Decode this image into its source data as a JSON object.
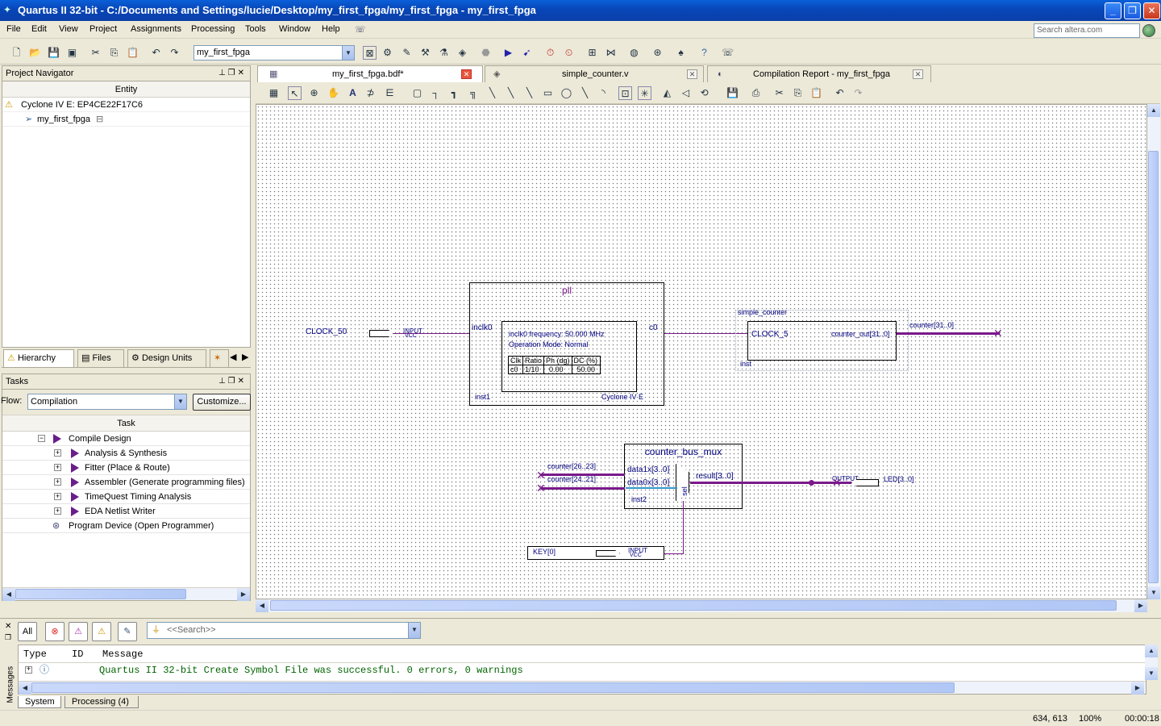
{
  "window": {
    "title": "Quartus II 32-bit - C:/Documents and Settings/lucie/Desktop/my_first_fpga/my_first_fpga - my_first_fpga"
  },
  "menu": [
    "File",
    "Edit",
    "View",
    "Project",
    "Assignments",
    "Processing",
    "Tools",
    "Window",
    "Help"
  ],
  "search": {
    "placeholder": "Search altera.com"
  },
  "toolbar": {
    "project": "my_first_fpga"
  },
  "navigator": {
    "title": "Project Navigator",
    "column": "Entity",
    "device": "Cyclone IV E: EP4CE22F17C6",
    "top_entity": "my_first_fpga",
    "tabs": [
      "Hierarchy",
      "Files",
      "Design Units"
    ]
  },
  "tasks": {
    "title": "Tasks",
    "flow_label": "Flow:",
    "flow_value": "Compilation",
    "customize": "Customize...",
    "column": "Task",
    "items": [
      "Compile Design",
      "Analysis & Synthesis",
      "Fitter (Place & Route)",
      "Assembler (Generate programming files)",
      "TimeQuest Timing Analysis",
      "EDA Netlist Writer",
      "Program Device (Open Programmer)"
    ]
  },
  "doc_tabs": [
    "my_first_fpga.bdf*",
    "simple_counter.v",
    "Compilation Report - my_first_fpga"
  ],
  "schematic": {
    "pll": {
      "title": "pll",
      "port_in": "inclk0",
      "port_out": "c0",
      "freq": "inclk0 frequency: 50.000 MHz",
      "mode": "Operation Mode: Normal",
      "table_head": [
        "Clk",
        "Ratio",
        "Ph (dg)",
        "DC (%)"
      ],
      "table_row": [
        "c0",
        "1/10",
        "0.00",
        "50.00"
      ],
      "inst": "inst1",
      "family": "Cyclone IV E"
    },
    "clock_pin": {
      "name": "CLOCK_50",
      "type": "INPUT",
      "sub": "VCC"
    },
    "counter": {
      "title": "simple_counter",
      "port_in": "CLOCK_5",
      "port_out": "counter_out[31..0]",
      "inst": "inst",
      "net": "counter[31..0]"
    },
    "mux": {
      "title": "counter_bus_mux",
      "d1": "data1x[3..0]",
      "d0": "data0x[3..0]",
      "result": "result[3..0]",
      "sel": "sel",
      "inst": "inst2"
    },
    "net1": "counter[26..23]",
    "net0": "counter[24..21]",
    "led_pin": {
      "type": "OUTPUT",
      "name": "LED[3..0]"
    },
    "key_pin": {
      "name": "KEY[0]",
      "type": "INPUT",
      "sub": "VCC"
    }
  },
  "messages": {
    "filter_all": "All",
    "search_placeholder": "<<Search>>",
    "columns": [
      "Type",
      "ID",
      "Message"
    ],
    "row": "Quartus II 32-bit Create Symbol File was successful. 0 errors, 0 warnings",
    "side_label": "Messages",
    "tabs": [
      "System",
      "Processing (4)"
    ]
  },
  "status": {
    "coords": "634, 613",
    "zoom": "100%",
    "time": "00:00:18"
  }
}
